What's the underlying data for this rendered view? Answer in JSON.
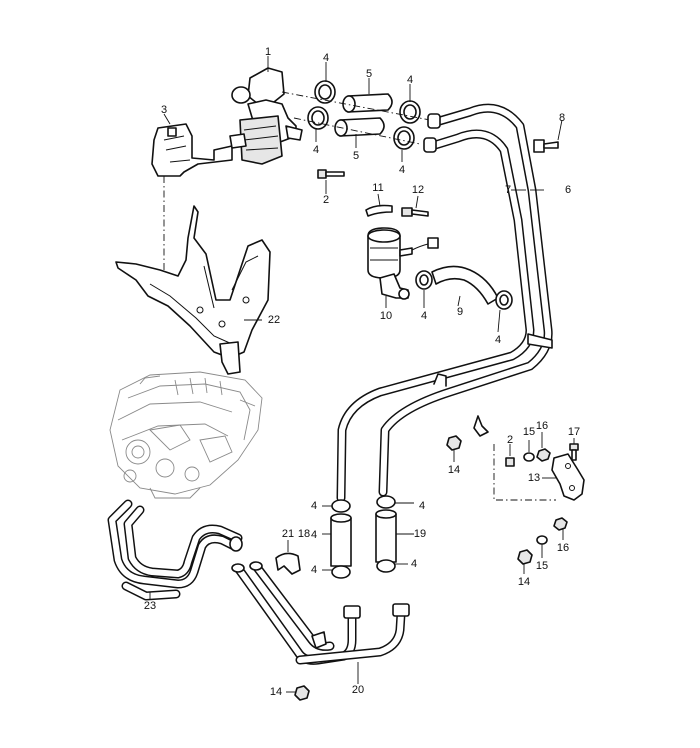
{
  "diagram": {
    "callouts": [
      {
        "id": "c1",
        "text": "1"
      },
      {
        "id": "c2a",
        "text": "2"
      },
      {
        "id": "c2b",
        "text": "2"
      },
      {
        "id": "c3",
        "text": "3"
      },
      {
        "id": "c4a",
        "text": "4"
      },
      {
        "id": "c4b",
        "text": "4"
      },
      {
        "id": "c4c",
        "text": "4"
      },
      {
        "id": "c4d",
        "text": "4"
      },
      {
        "id": "c4e",
        "text": "4"
      },
      {
        "id": "c4f",
        "text": "4"
      },
      {
        "id": "c4g",
        "text": "4"
      },
      {
        "id": "c4h",
        "text": "4"
      },
      {
        "id": "c4i",
        "text": "4"
      },
      {
        "id": "c4j",
        "text": "4"
      },
      {
        "id": "c4k",
        "text": "4"
      },
      {
        "id": "c5a",
        "text": "5"
      },
      {
        "id": "c5b",
        "text": "5"
      },
      {
        "id": "c6",
        "text": "6"
      },
      {
        "id": "c7",
        "text": "7"
      },
      {
        "id": "c8",
        "text": "8"
      },
      {
        "id": "c9",
        "text": "9"
      },
      {
        "id": "c10",
        "text": "10"
      },
      {
        "id": "c11",
        "text": "11"
      },
      {
        "id": "c12",
        "text": "12"
      },
      {
        "id": "c13",
        "text": "13"
      },
      {
        "id": "c14a",
        "text": "14"
      },
      {
        "id": "c14b",
        "text": "14"
      },
      {
        "id": "c14c",
        "text": "14"
      },
      {
        "id": "c15a",
        "text": "15"
      },
      {
        "id": "c15b",
        "text": "15"
      },
      {
        "id": "c16a",
        "text": "16"
      },
      {
        "id": "c16b",
        "text": "16"
      },
      {
        "id": "c17",
        "text": "17"
      },
      {
        "id": "c18",
        "text": "18"
      },
      {
        "id": "c19",
        "text": "19"
      },
      {
        "id": "c20",
        "text": "20"
      },
      {
        "id": "c21",
        "text": "21"
      },
      {
        "id": "c22",
        "text": "22"
      },
      {
        "id": "c23",
        "text": "23"
      }
    ]
  }
}
